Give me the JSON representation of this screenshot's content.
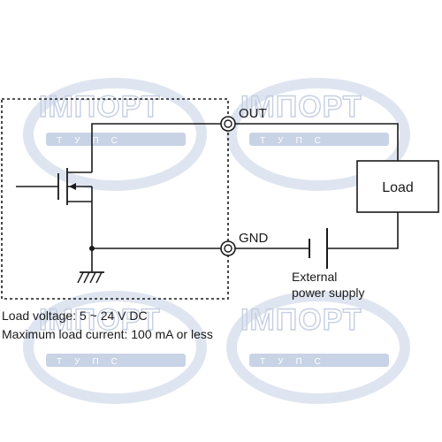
{
  "watermark": {
    "brand": "ІМПОРТ",
    "sub": "ТУПС"
  },
  "terminals": {
    "out_label": "OUT",
    "gnd_label": "GND"
  },
  "load": {
    "label": "Load"
  },
  "power": {
    "line1": "External",
    "line2": "power supply"
  },
  "notes": {
    "voltage": "Load voltage: 5 ~ 24 V DC",
    "current": "Maximum load current: 100 mA or less"
  },
  "colors": {
    "line": "#1a1a1a",
    "watermark": "#c5cfe3",
    "watermark_band": "#c9d3e6"
  }
}
